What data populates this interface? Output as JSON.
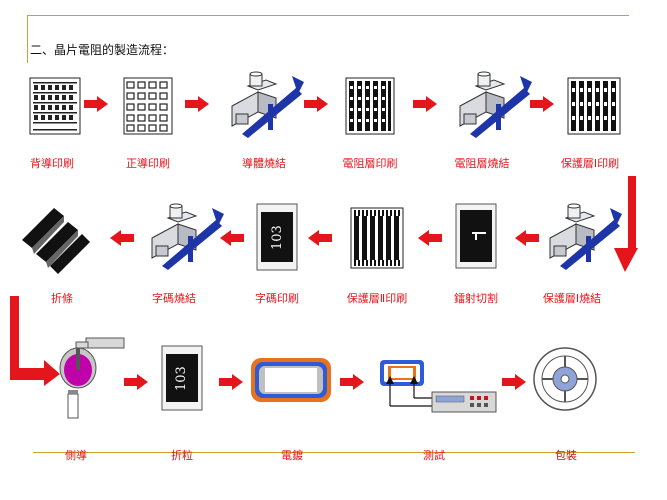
{
  "title": "二、晶片電阻的製造流程：",
  "steps": {
    "s1": "背導印刷",
    "s2": "正導印刷",
    "s3": "導體燒結",
    "s4": "電阻層印刷",
    "s5": "電阻層燒結",
    "s6": "保護層Ⅰ印刷",
    "s7": "保護層Ⅰ燒結",
    "s8": "鐳射切割",
    "s9": "保護層Ⅱ印刷",
    "s10": "字碼印刷",
    "s11": "字碼燒結",
    "s12": "折條",
    "s13": "側導",
    "s14": "折粒",
    "s15": "電鍍",
    "s16": "測試",
    "s17": "包裝"
  },
  "chip_marking": "103",
  "colors": {
    "arrow": "#e4161b",
    "label": "#e4161b",
    "frame_line": "#c9a227",
    "furnace_belt": "#1e35a8",
    "plating_orange": "#e8731c",
    "plating_blue": "#2f5bd6",
    "coater_disc": "#c000a8",
    "reel_blue": "#8fa3d9"
  },
  "icons": {
    "printed_substrate": "grid-substrate-icon",
    "furnace": "furnace-icon",
    "laser_cut": "laser-cut-icon",
    "strips": "strips-icon",
    "chip": "chip-103-icon",
    "edge_coater": "edge-coater-icon",
    "plated_chip": "plated-chip-icon",
    "tester": "tester-icon",
    "reel": "tape-reel-icon",
    "flow_arrow": "flow-arrow-icon"
  }
}
